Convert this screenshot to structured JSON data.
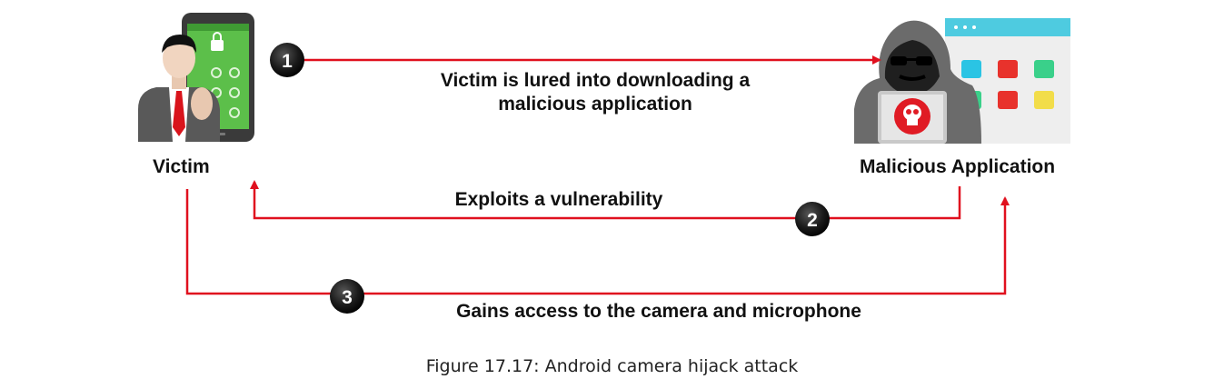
{
  "nodes": {
    "victim": {
      "label": "Victim"
    },
    "malicious_app": {
      "label": "Malicious Application"
    }
  },
  "steps": [
    {
      "number": "1",
      "text_line1": "Victim is lured into downloading a",
      "text_line2": "malicious application"
    },
    {
      "number": "2",
      "text": "Exploits a vulnerability"
    },
    {
      "number": "3",
      "text": "Gains access to the camera and microphone"
    }
  ],
  "caption": "Figure 17.17: Android camera hijack attack",
  "colors": {
    "arrow": "#e0101e",
    "badge": "#1a1a1a",
    "phone_screen": "#5cbf4a",
    "skull_screen": "#e01b24"
  },
  "icons": {
    "victim": "businessman-with-phone-icon",
    "attacker": "hooded-hacker-with-laptop-icon",
    "app_grid": "app-window-icon"
  }
}
